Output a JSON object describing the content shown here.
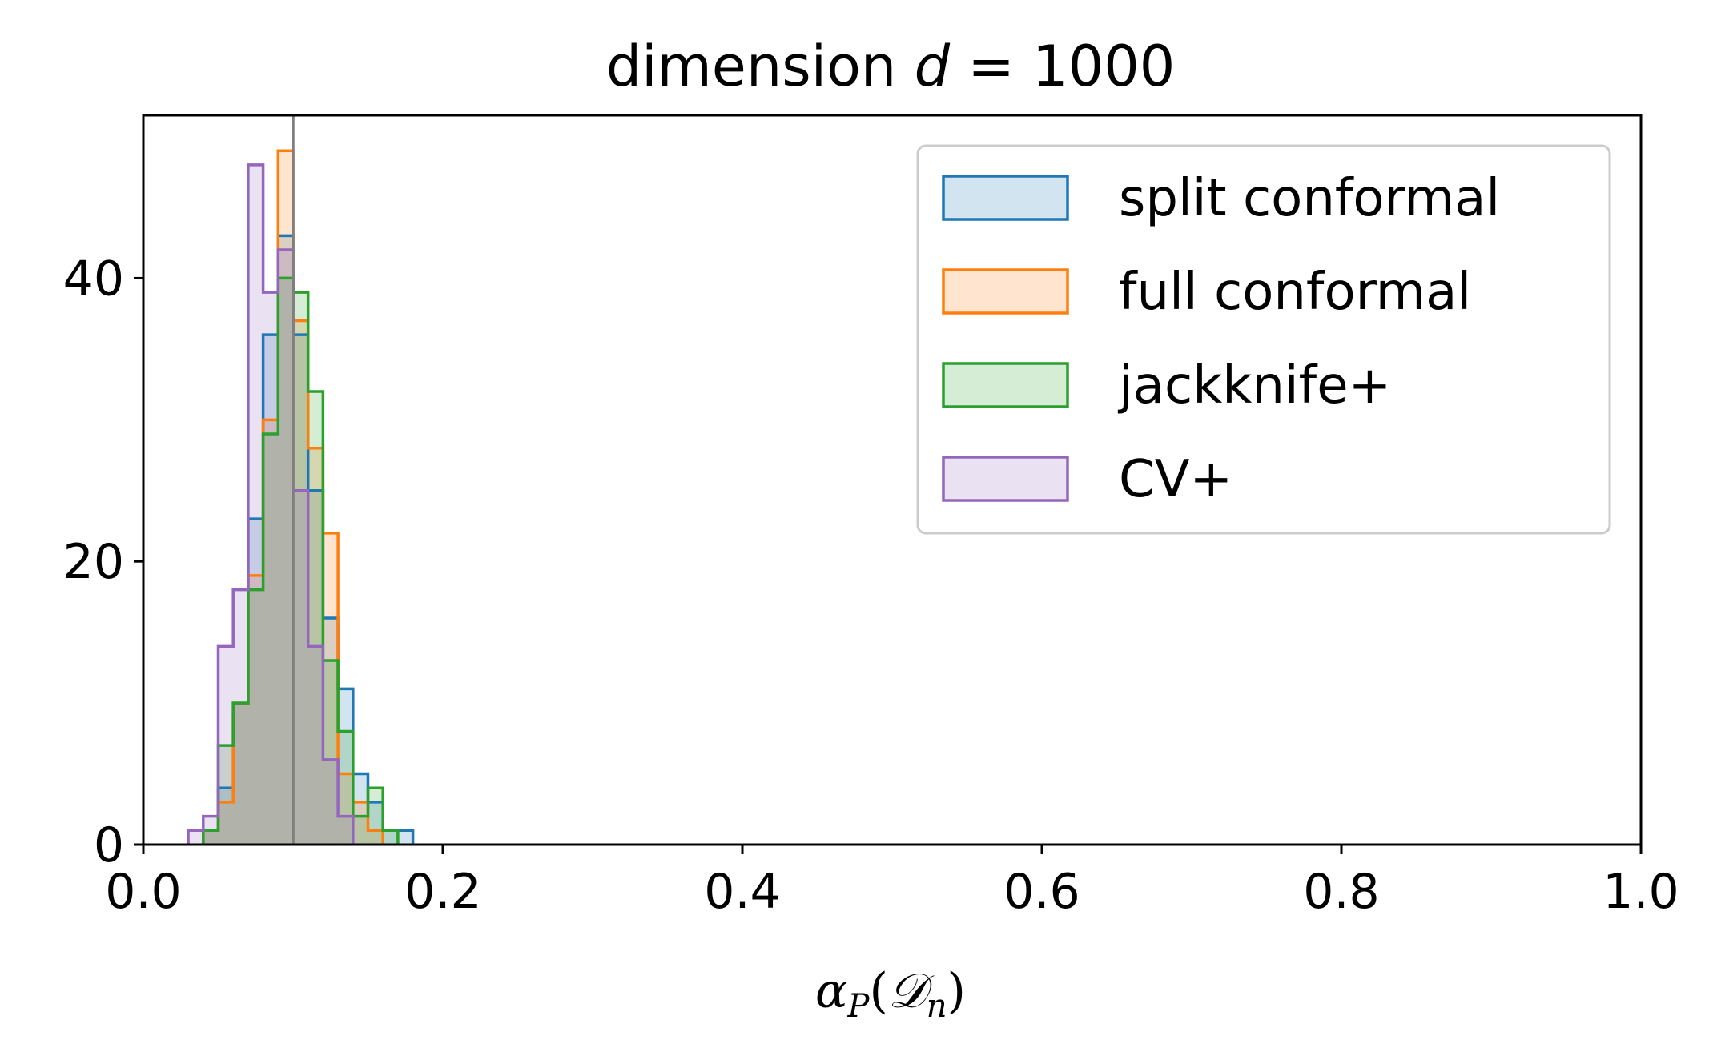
{
  "chart_data": {
    "type": "histogram",
    "title": "dimension d = 1000",
    "title_parts": {
      "prefix": "dimension ",
      "var": "d",
      "suffix": " = 1000"
    },
    "xlabel": "αP(Dn)",
    "xlabel_parts": {
      "alpha": "α",
      "sub_p": "P",
      "open": "(",
      "cal_d": "𝒟",
      "sub_n": "n",
      "close": ")"
    },
    "ylabel": "",
    "xlim": [
      0.0,
      1.0
    ],
    "ylim": [
      0,
      51.5
    ],
    "x_ticks": [
      0.0,
      0.2,
      0.4,
      0.6,
      0.8,
      1.0
    ],
    "x_tick_labels": [
      "0.0",
      "0.2",
      "0.4",
      "0.6",
      "0.8",
      "1.0"
    ],
    "y_ticks": [
      0,
      20,
      40
    ],
    "y_tick_labels": [
      "0",
      "20",
      "40"
    ],
    "grid": false,
    "legend_position": "top-right",
    "reference_line": {
      "x": 0.1,
      "color": "#7f7f7f"
    },
    "series": [
      {
        "name": "split conformal",
        "color": "#1f77b4",
        "fill": "rgba(31,119,180,0.2)",
        "bin_edges": [
          0.04,
          0.05,
          0.06,
          0.07,
          0.08,
          0.09,
          0.1,
          0.11,
          0.12,
          0.13,
          0.14,
          0.15,
          0.16,
          0.17,
          0.18
        ],
        "counts": [
          1,
          4,
          10,
          23,
          36,
          43,
          36,
          25,
          16,
          11,
          5,
          3,
          1,
          1
        ]
      },
      {
        "name": "full conformal",
        "color": "#ff7f0e",
        "fill": "rgba(255,127,14,0.2)",
        "bin_edges": [
          0.04,
          0.05,
          0.06,
          0.07,
          0.08,
          0.09,
          0.1,
          0.11,
          0.12,
          0.13,
          0.14,
          0.15,
          0.16
        ],
        "counts": [
          1,
          3,
          10,
          19,
          30,
          49,
          37,
          28,
          22,
          5,
          3,
          1
        ]
      },
      {
        "name": "jackknife+",
        "color": "#2ca02c",
        "fill": "rgba(44,160,44,0.2)",
        "bin_edges": [
          0.04,
          0.05,
          0.06,
          0.07,
          0.08,
          0.09,
          0.1,
          0.11,
          0.12,
          0.13,
          0.14,
          0.15,
          0.16,
          0.17
        ],
        "counts": [
          1,
          7,
          10,
          18,
          29,
          40,
          39,
          32,
          13,
          8,
          2,
          4,
          1
        ]
      },
      {
        "name": "CV+",
        "color": "#9467bd",
        "fill": "rgba(148,103,189,0.2)",
        "bin_edges": [
          0.03,
          0.04,
          0.05,
          0.06,
          0.07,
          0.08,
          0.09,
          0.1,
          0.11,
          0.12,
          0.13,
          0.14
        ],
        "counts": [
          1,
          2,
          14,
          18,
          48,
          39,
          42,
          25,
          14,
          6,
          2
        ]
      }
    ]
  }
}
